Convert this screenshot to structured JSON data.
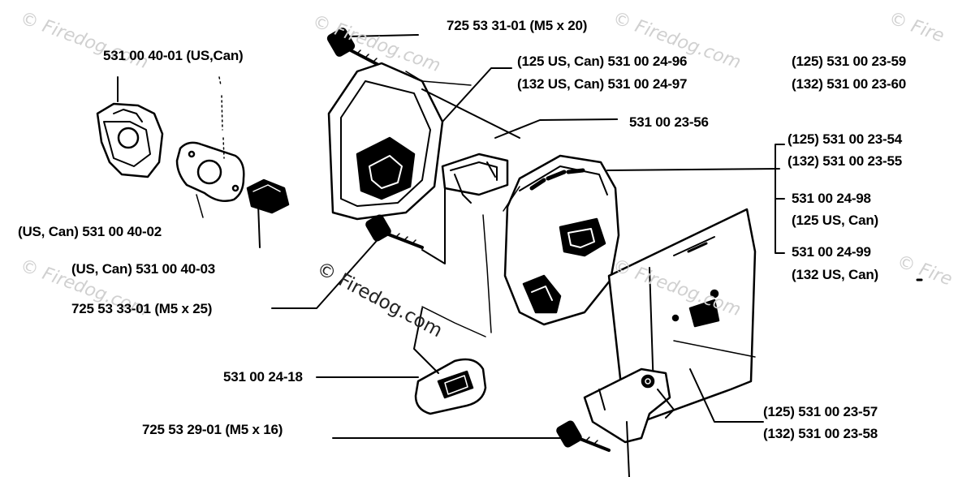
{
  "watermark": {
    "text": "© Firedog.com",
    "text_short": "© Fire"
  },
  "labels": {
    "bolt_m5x20": "725 53 31-01 (M5 x 20)",
    "gasket_top_left": "531 00 40-01 (US,Can)",
    "cover_125": "(125 US, Can) 531 00 24-96",
    "cover_132": "(132 US, Can) 531 00 24-97",
    "right_125_59": "(125) 531 00 23-59",
    "right_132_60": "(132) 531 00 23-60",
    "bracket": "531 00 23-56",
    "muffler_125_54": "(125) 531 00 23-54",
    "muffler_132_55": "(132) 531 00 23-55",
    "muffler_98": "531 00 24-98",
    "muffler_98_note": "(125 US, Can)",
    "muffler_99": "531 00 24-99",
    "muffler_99_note": "(132 US, Can)",
    "gasket_40_02": "(US, Can) 531 00 40-02",
    "gasket_40_03": "(US, Can) 531 00 40-03",
    "bolt_m5x25": "725 53 33-01 (M5 x 25)",
    "exhaust_gasket": "531 00 24-18",
    "bolt_m5x16": "725 53 29-01 (M5 x 16)",
    "plate_125_57": "(125) 531 00 23-57",
    "plate_132_58": "(132) 531 00 23-58"
  }
}
